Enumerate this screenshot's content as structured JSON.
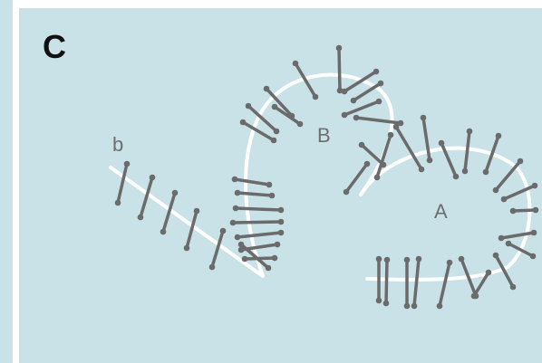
{
  "figure": {
    "panel_letter": "C",
    "labels": {
      "a": "A",
      "b": "B",
      "end": "b"
    },
    "colors": {
      "background": "#c8e2e8",
      "curve": "#ffffff",
      "marker": "#6b6b6b"
    }
  }
}
